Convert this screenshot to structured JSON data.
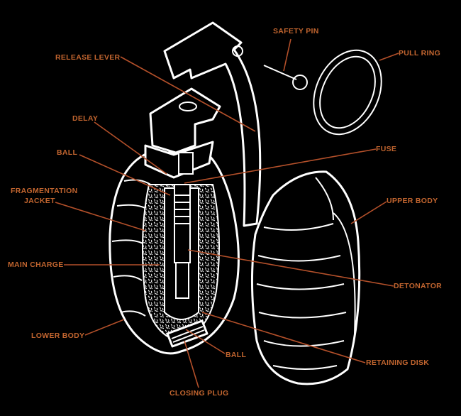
{
  "diagram": {
    "labels": {
      "release_lever": "RELEASE  LEVER",
      "safety_pin": "SAFETY PIN",
      "pull_ring": "PULL RING",
      "delay": "DELAY",
      "fuse": "FUSE",
      "ball_top": "BALL",
      "fragmentation_jacket_1": "FRAGMENTATION",
      "fragmentation_jacket_2": "JACKET",
      "upper_body": "UPPER BODY",
      "main_charge": "MAIN CHARGE",
      "detonator": "DETONATOR",
      "lower_body": "LOWER BODY",
      "ball_bottom": "BALL",
      "retaining_disk": "RETAINING DISK",
      "closing_plug": "CLOSING PLUG"
    },
    "colors": {
      "background": "#000000",
      "drawing": "#ffffff",
      "label": "#c2652f",
      "leader": "#b4502a"
    }
  }
}
